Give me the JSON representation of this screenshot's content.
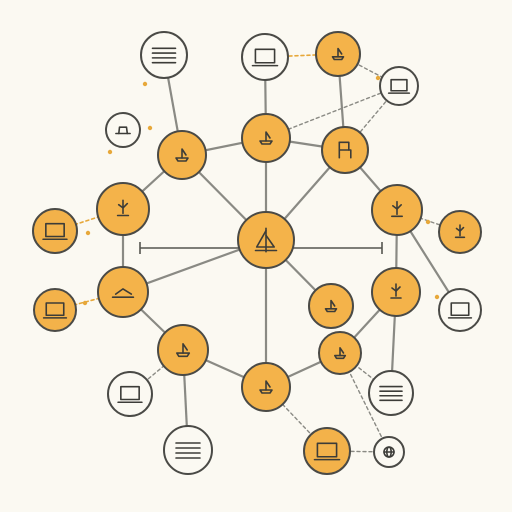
{
  "diagram": {
    "colors": {
      "background": "#fbf9f2",
      "node_fill": "#f4b34a",
      "node_stroke": "#4a4a46",
      "edge": "#8a8a84",
      "accent": "#e7a83a"
    },
    "nodes": [
      {
        "id": "hub",
        "kind": "core",
        "icon": "sailboat-icon"
      },
      {
        "id": "ring-top",
        "kind": "core",
        "icon": "boat-icon"
      },
      {
        "id": "ring-top-left",
        "kind": "core",
        "icon": "boat-icon"
      },
      {
        "id": "ring-top-right",
        "kind": "core",
        "icon": "chair-icon"
      },
      {
        "id": "ring-left",
        "kind": "core",
        "icon": "figure-icon"
      },
      {
        "id": "ring-right",
        "kind": "core",
        "icon": "figure-icon"
      },
      {
        "id": "ring-lower-left",
        "kind": "core",
        "icon": "ramp-icon"
      },
      {
        "id": "ring-lower-right",
        "kind": "core",
        "icon": "figure-icon"
      },
      {
        "id": "ring-bottom-left",
        "kind": "core",
        "icon": "boat-icon"
      },
      {
        "id": "ring-bottom",
        "kind": "core",
        "icon": "boat-icon"
      },
      {
        "id": "ring-bottom-right",
        "kind": "core",
        "icon": "boat-icon"
      },
      {
        "id": "inner-right",
        "kind": "core",
        "icon": "boat-icon"
      },
      {
        "id": "leaf-top-left",
        "kind": "leaf",
        "icon": "lines-icon"
      },
      {
        "id": "leaf-top-center",
        "kind": "leaf",
        "icon": "frame-icon"
      },
      {
        "id": "leaf-top-right",
        "kind": "core",
        "icon": "boat-icon"
      },
      {
        "id": "leaf-far-top-right",
        "kind": "leaf",
        "icon": "frame-icon"
      },
      {
        "id": "leaf-small-left",
        "kind": "leaf",
        "icon": "hat-icon"
      },
      {
        "id": "leaf-left",
        "kind": "leaf-accent",
        "icon": "frame-icon"
      },
      {
        "id": "leaf-lower-left",
        "kind": "leaf-accent",
        "icon": "frame-icon"
      },
      {
        "id": "leaf-right",
        "kind": "leaf-accent",
        "icon": "figure-icon"
      },
      {
        "id": "leaf-lower-right",
        "kind": "leaf",
        "icon": "frame-icon"
      },
      {
        "id": "leaf-bottom-left",
        "kind": "leaf",
        "icon": "frame-icon"
      },
      {
        "id": "leaf-bottom-left-2",
        "kind": "leaf",
        "icon": "lines-icon"
      },
      {
        "id": "leaf-bottom-right",
        "kind": "leaf-accent",
        "icon": "frame-icon"
      },
      {
        "id": "leaf-bottom-right-2",
        "kind": "leaf",
        "icon": "lines-icon"
      },
      {
        "id": "leaf-bottom-far-right",
        "kind": "leaf",
        "icon": "globe-icon"
      }
    ],
    "edges": [
      {
        "from": "hub",
        "to": "ring-top",
        "style": "solid"
      },
      {
        "from": "hub",
        "to": "ring-top-left",
        "style": "solid"
      },
      {
        "from": "hub",
        "to": "ring-top-right",
        "style": "solid"
      },
      {
        "from": "hub",
        "to": "ring-lower-left",
        "style": "solid"
      },
      {
        "from": "hub",
        "to": "ring-bottom",
        "style": "solid"
      },
      {
        "from": "hub",
        "to": "inner-right",
        "style": "solid"
      },
      {
        "from": "ring-top-left",
        "to": "ring-top",
        "style": "solid"
      },
      {
        "from": "ring-top",
        "to": "ring-top-right",
        "style": "solid"
      },
      {
        "from": "ring-top-left",
        "to": "ring-left",
        "style": "solid"
      },
      {
        "from": "ring-left",
        "to": "ring-lower-left",
        "style": "solid"
      },
      {
        "from": "ring-lower-left",
        "to": "ring-bottom-left",
        "style": "solid"
      },
      {
        "from": "ring-bottom-left",
        "to": "ring-bottom",
        "style": "solid"
      },
      {
        "from": "ring-bottom",
        "to": "ring-bottom-right",
        "style": "solid"
      },
      {
        "from": "ring-bottom-right",
        "to": "ring-lower-right",
        "style": "solid"
      },
      {
        "from": "ring-lower-right",
        "to": "ring-right",
        "style": "solid"
      },
      {
        "from": "ring-right",
        "to": "ring-top-right",
        "style": "solid"
      },
      {
        "from": "ring-top-left",
        "to": "leaf-top-left",
        "style": "solid"
      },
      {
        "from": "ring-top",
        "to": "leaf-top-center",
        "style": "solid"
      },
      {
        "from": "ring-top-right",
        "to": "leaf-top-right",
        "style": "solid"
      },
      {
        "from": "ring-bottom-left",
        "to": "leaf-bottom-left-2",
        "style": "solid"
      },
      {
        "from": "ring-right",
        "to": "leaf-lower-right",
        "style": "solid"
      },
      {
        "from": "leaf-top-center",
        "to": "leaf-top-right",
        "style": "accent"
      },
      {
        "from": "leaf-top-right",
        "to": "leaf-far-top-right",
        "style": "dashed"
      },
      {
        "from": "ring-top",
        "to": "leaf-far-top-right",
        "style": "dashed"
      },
      {
        "from": "ring-top-right",
        "to": "leaf-far-top-right",
        "style": "dashed"
      },
      {
        "from": "ring-left",
        "to": "leaf-left",
        "style": "accent"
      },
      {
        "from": "ring-lower-left",
        "to": "leaf-lower-left",
        "style": "accent"
      },
      {
        "from": "ring-right",
        "to": "leaf-right",
        "style": "dashed"
      },
      {
        "from": "ring-bottom-left",
        "to": "leaf-bottom-left",
        "style": "dashed"
      },
      {
        "from": "ring-bottom",
        "to": "leaf-bottom-right",
        "style": "dashed"
      },
      {
        "from": "ring-bottom-right",
        "to": "leaf-bottom-far-right",
        "style": "dashed"
      },
      {
        "from": "leaf-bottom-right",
        "to": "leaf-bottom-far-right",
        "style": "dashed"
      }
    ]
  }
}
